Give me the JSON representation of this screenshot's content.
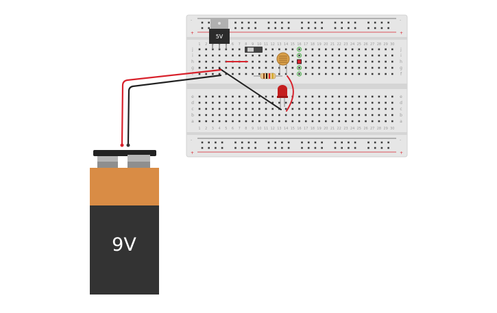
{
  "breadboard": {
    "columns": 30,
    "rows_top": [
      "j",
      "i",
      "h",
      "g",
      "f"
    ],
    "rows_bottom": [
      "e",
      "d",
      "c",
      "b",
      "a"
    ],
    "rail_plus": "+",
    "rail_minus": "-"
  },
  "battery": {
    "label": "9V"
  },
  "regulator": {
    "label": "5V"
  },
  "colors": {
    "board": "#e6e6e6",
    "wire_red": "#d8222c",
    "wire_black": "#222222",
    "battery_top": "#d98c45",
    "battery_body": "#333333",
    "led": "#c41e1e"
  }
}
